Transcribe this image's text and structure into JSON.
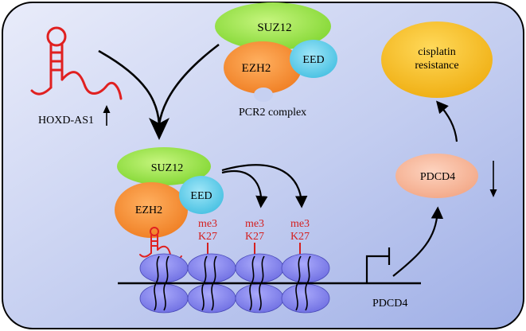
{
  "labels": {
    "suz12_top": "SUZ12",
    "ezh2_top": "EZH2",
    "eed_top": "EED",
    "pcr2": "PCR2 complex",
    "hoxd": "HOXD-AS1",
    "suz12_bottom": "SUZ12",
    "ezh2_bottom": "EZH2",
    "eed_bottom": "EED",
    "me3_1": "me3",
    "k27_1": "K27",
    "me3_2": "me3",
    "k27_2": "K27",
    "me3_3": "me3",
    "k27_3": "K27",
    "pdcd4_box": "PDCD4",
    "pdcd4_gene": "PDCD4",
    "cisplatin_line1": "cisplatin",
    "cisplatin_line2": "resistance"
  },
  "colors": {
    "suz12": "#90e040",
    "ezh2": "#f58a30",
    "eed": "#5ccbe8",
    "nucleosome": "#8282ee",
    "pdcd4": "#f7b89a",
    "cisplatin": "#f5c021",
    "rna": "#e02020",
    "modification": "#d42020"
  },
  "indicators": {
    "hoxd_trend": "up",
    "pdcd4_trend": "down"
  }
}
